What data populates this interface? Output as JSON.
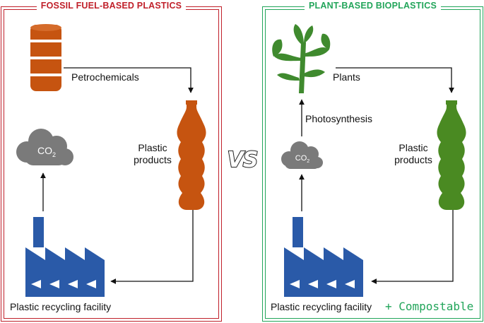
{
  "fossil": {
    "title": "FOSSIL FUEL-BASED PLASTICS",
    "petrochemicals": "Petrochemicals",
    "plastic_products_line1": "Plastic",
    "plastic_products_line2": "products",
    "co2": "CO",
    "co2_sub": "2",
    "recycling": "Plastic recycling facility",
    "colors": {
      "frame": "#c0202a",
      "barrel": "#c65410",
      "bottle": "#c65410",
      "cloud": "#7a7a7a",
      "factory": "#2a5aa8"
    },
    "icons": [
      "oil-barrel-icon",
      "plastic-bottle-icon",
      "co2-cloud-icon",
      "factory-icon"
    ]
  },
  "vs": "VS",
  "plant": {
    "title": "PLANT-BASED BIOPLASTICS",
    "plants": "Plants",
    "photosynthesis": "Photosynthesis",
    "plastic_products_line1": "Plastic",
    "plastic_products_line2": "products",
    "co2": "CO",
    "co2_sub": "2",
    "recycling": "Plastic recycling facility",
    "compostable": "+ Compostable",
    "colors": {
      "frame": "#22a55a",
      "plant": "#3f8a2e",
      "bottle": "#4a8a22",
      "cloud": "#7a7a7a",
      "factory": "#2a5aa8"
    },
    "icons": [
      "plant-icon",
      "plastic-bottle-icon",
      "co2-cloud-icon",
      "factory-icon"
    ]
  }
}
